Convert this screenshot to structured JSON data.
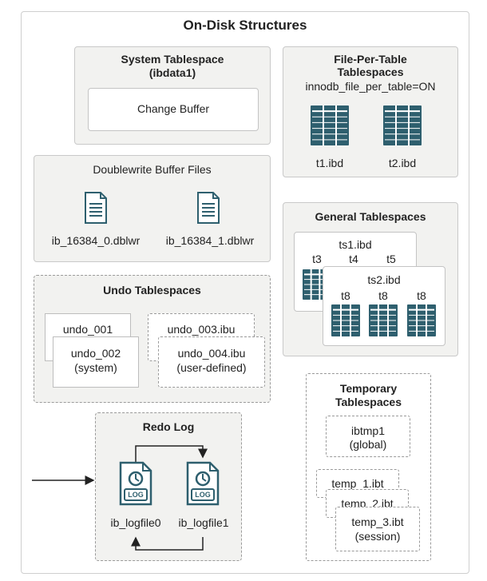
{
  "title": "On-Disk Structures",
  "system_tablespace": {
    "title": "System Tablespace",
    "subtitle": "(ibdata1)",
    "change_buffer": "Change Buffer"
  },
  "file_per_table": {
    "title_line1": "File-Per-Table",
    "title_line2": "Tablespaces",
    "setting": "innodb_file_per_table=ON",
    "files": [
      "t1.ibd",
      "t2.ibd"
    ]
  },
  "doublewrite": {
    "title": "Doublewrite Buffer Files",
    "files": [
      "ib_16384_0.dblwr",
      "ib_16384_1.dblwr"
    ]
  },
  "general": {
    "title": "General Tablespaces",
    "ts1": {
      "name": "ts1.ibd",
      "tables": [
        "t3",
        "t4",
        "t5"
      ]
    },
    "ts2": {
      "name": "ts2.ibd",
      "tables": [
        "t8",
        "t8",
        "t8"
      ]
    }
  },
  "undo": {
    "title": "Undo Tablespaces",
    "undo_001": "undo_001",
    "undo_002": [
      "undo_002",
      "(system)"
    ],
    "undo_003": "undo_003.ibu",
    "undo_004": [
      "undo_004.ibu",
      "(user-defined)"
    ]
  },
  "redo": {
    "title": "Redo Log",
    "icon_label": "LOG",
    "files": [
      "ib_logfile0",
      "ib_logfile1"
    ]
  },
  "temporary": {
    "title_line1": "Temporary",
    "title_line2": "Tablespaces",
    "ibtmp": [
      "ibtmp1",
      "(global)"
    ],
    "temp1": "temp_1.ibt",
    "temp2": "temp_2.ibt",
    "temp3": [
      "temp_3.ibt",
      "(session)"
    ]
  },
  "colors": {
    "table_icon": "#2e5f6e",
    "panel_bg": "#f2f2f0",
    "border": "#c4c4c4"
  }
}
